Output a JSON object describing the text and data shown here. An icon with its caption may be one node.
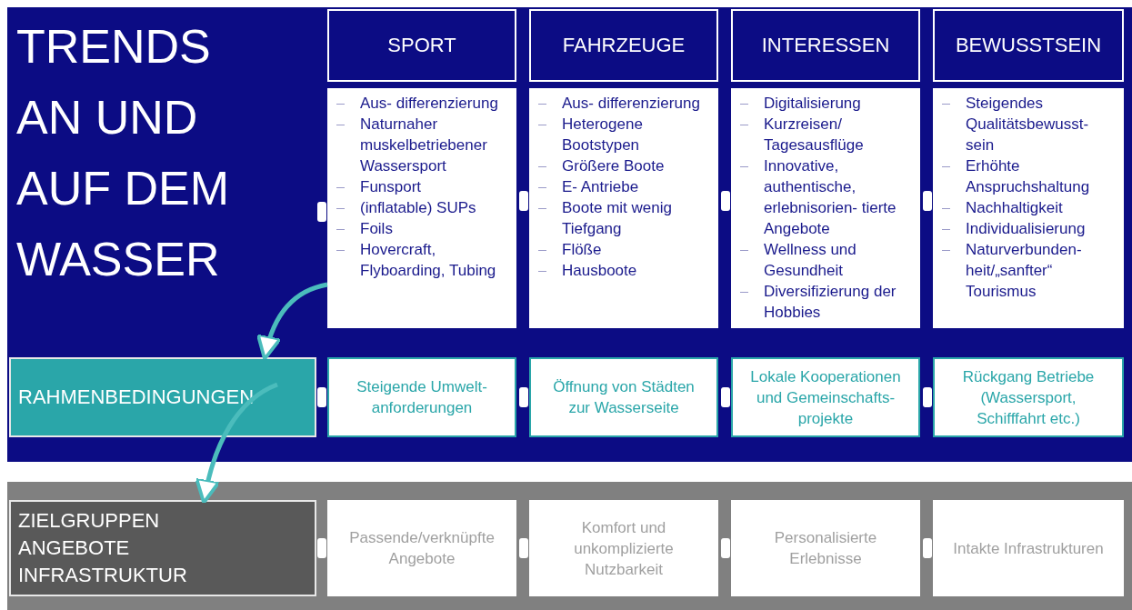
{
  "diagram": {
    "nodes": [
      {
        "text": [
          "TRENDS AN UND AUF DEM WASSER"
        ]
      },
      {
        "text": [
          "SPORT"
        ],
        "in": 0
      },
      {
        "text": [
          "FAHRZEUGE"
        ],
        "in": 0
      },
      {
        "text": [
          "INTERESSEN"
        ],
        "in": 0
      },
      {
        "text": [
          "BEWUSSTSEIN"
        ],
        "in": 0
      },
      {
        "text": [
          "Aus- differenzierung",
          "Naturnaher muskelbetriebener Wassersport",
          "Funsport",
          "(inflatable) SUPs",
          "Foils",
          "Hovercraft, Flyboarding, Tubing"
        ],
        "in": 0
      },
      {
        "text": [
          "Aus- differenzierung",
          "Heterogene Bootstypen",
          "Größere Boote",
          "E- Antriebe",
          "Boote mit wenig Tiefgang",
          "Flöße",
          "Hausboote"
        ],
        "in": 0
      },
      {
        "text": [
          "Digitalisierung",
          "Kurzreisen/ Tagesausflüge",
          "Innovative, authentische, erlebnisorien- tierte Angebote",
          "Wellness und Gesundheit",
          "Diversifizierung der Hobbies"
        ],
        "in": 0
      },
      {
        "text": [
          "Steigendes Qualitätsbewusst- sein",
          "Erhöhte Anspruchshaltung",
          "Nachhaltigkeit",
          "Individualisierung",
          "Naturverbunden- heit/„sanfter“ Tourismus"
        ],
        "in": 0
      },
      {
        "text": [
          "RAHMENBEDINGUNGEN"
        ],
        "in": 0
      },
      {
        "text": [
          "Steigende Umwelt- anforderungen"
        ],
        "in": 0
      },
      {
        "text": [
          "Öffnung von Städten zur Wasserseite"
        ],
        "in": 0
      },
      {
        "text": [
          "Lokale Kooperationen und Gemeinschafts- projekte"
        ],
        "in": 0
      },
      {
        "text": [
          "Rückgang Betriebe (Wassersport, Schifffahrt etc.)"
        ],
        "in": 0
      },
      {
        "text": [],
        "shape": "box"
      },
      {
        "text": [
          "ZIELGRUPPEN",
          "ANGEBOTE",
          "INFRASTRUKTUR"
        ],
        "in": 14
      },
      {
        "text": [
          "Passende/verknüpfte Angebote"
        ],
        "in": 14
      },
      {
        "text": [
          "Komfort und unkomplizierte Nutzbarkeit"
        ],
        "in": 14
      },
      {
        "text": [
          "Personalisierte Erlebnisse"
        ],
        "in": 14
      },
      {
        "text": [
          "Intakte Infrastrukturen"
        ],
        "in": 14
      }
    ],
    "edges": [
      {
        "from": 5,
        "to": 9,
        "arrow": "to"
      },
      {
        "from": 9,
        "to": 15,
        "arrow": "to"
      }
    ]
  }
}
